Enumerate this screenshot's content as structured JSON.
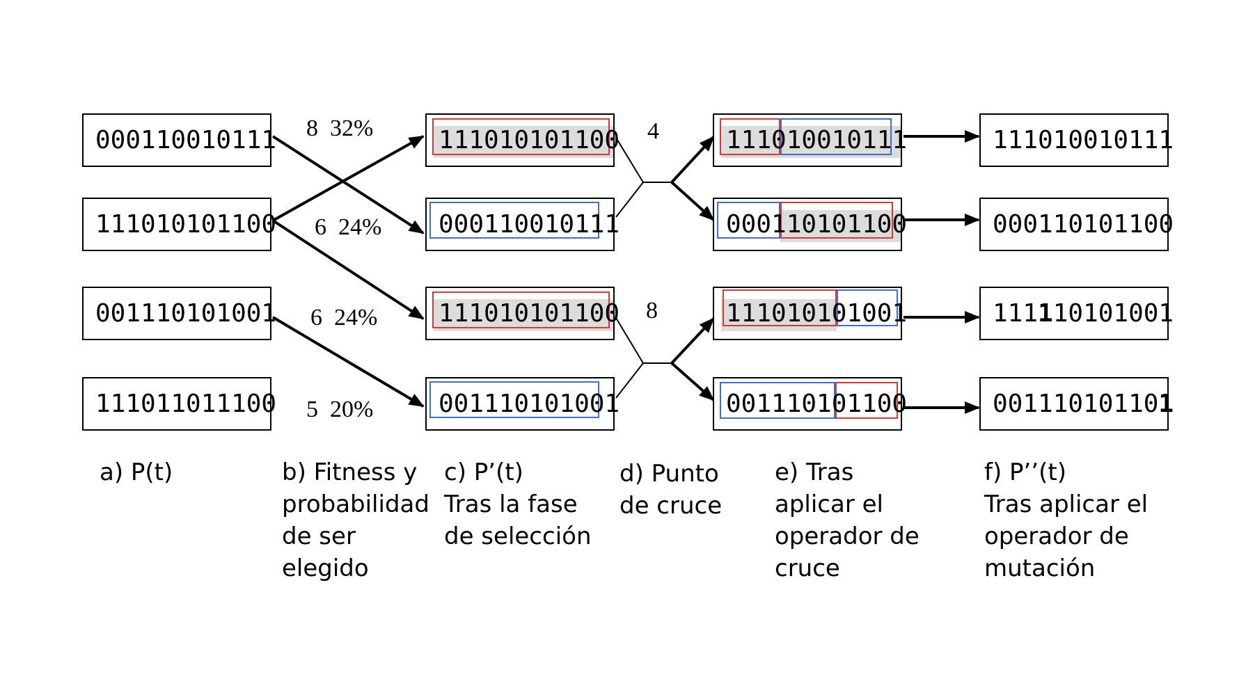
{
  "col_a": [
    "000110010111",
    "111010101100",
    "001110101001",
    "111011011100"
  ],
  "fitness": [
    {
      "value": "8",
      "percent": "32%"
    },
    {
      "value": "6",
      "percent": "24%"
    },
    {
      "value": "6",
      "percent": "24%"
    },
    {
      "value": "5",
      "percent": "20%"
    }
  ],
  "col_c": [
    "111010101100",
    "000110010111",
    "111010101100",
    "001110101001"
  ],
  "crossover_points": [
    "4",
    "8"
  ],
  "col_e": [
    "111010010111",
    "000110101100",
    "111010101001",
    "001110101100"
  ],
  "col_f": [
    {
      "pre": "111010010111",
      "bold": "",
      "post": ""
    },
    {
      "pre": "000110101100",
      "bold": "",
      "post": ""
    },
    {
      "pre": "111",
      "bold": "1",
      "post": "10101001"
    },
    {
      "pre": "00111010110",
      "bold": "1",
      "post": ""
    }
  ],
  "captions": {
    "a": [
      "a) P(t)"
    ],
    "b": [
      "b) Fitness y",
      "probabilidad",
      "de ser",
      "elegido"
    ],
    "c": [
      "c) P’(t)",
      "Tras la fase",
      "de selección"
    ],
    "d": [
      "d) Punto",
      "de cruce"
    ],
    "e": [
      "e) Tras",
      "aplicar el",
      "operador de",
      "cruce"
    ],
    "f": [
      "f) P’’(t)",
      "Tras aplicar el",
      "operador de",
      "mutación"
    ]
  },
  "colors": {
    "red_segment": "#d9392e",
    "blue_segment": "#3b6fd6",
    "highlight": "#dcdcdc"
  }
}
